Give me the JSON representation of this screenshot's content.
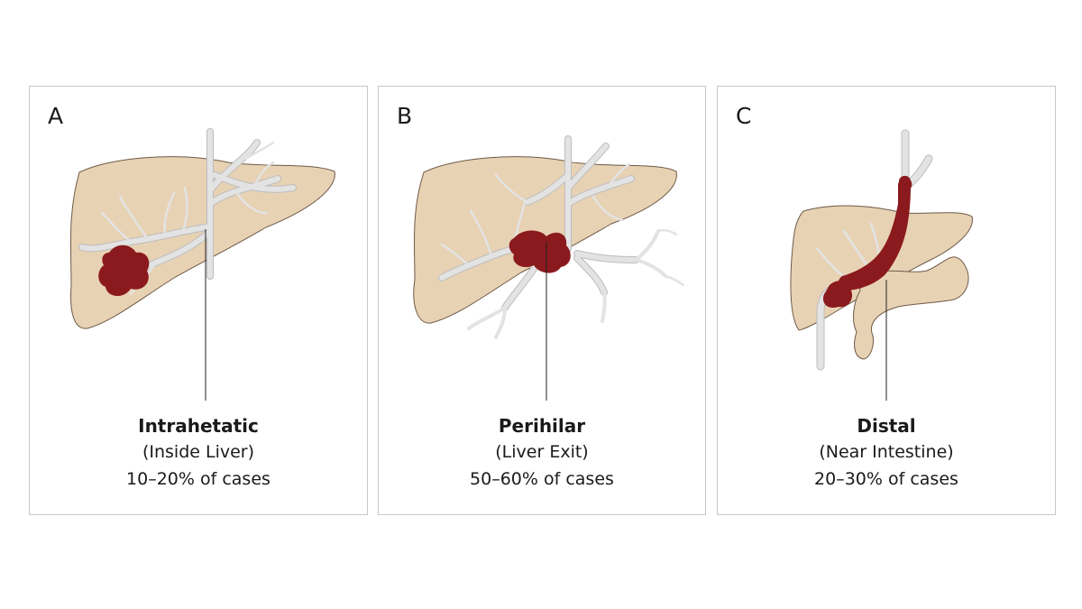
{
  "colors": {
    "liver": "#e8d2b4",
    "liver_outline": "#6e5a48",
    "duct": "#e3e3e3",
    "duct_outline": "#bdbdbd",
    "tumor": "#8b1a1e",
    "leader_line": "#222222",
    "panel_border": "#c8c8c8"
  },
  "panels": [
    {
      "letter": "A",
      "name": "Intrahetatic",
      "location": "(Inside Liver)",
      "frequency": "10–20% of cases"
    },
    {
      "letter": "B",
      "name": "Perihilar",
      "location": "(Liver Exit)",
      "frequency": "50–60% of cases"
    },
    {
      "letter": "C",
      "name": "Distal",
      "location": "(Near Intestine)",
      "frequency": "20–30% of cases"
    }
  ]
}
